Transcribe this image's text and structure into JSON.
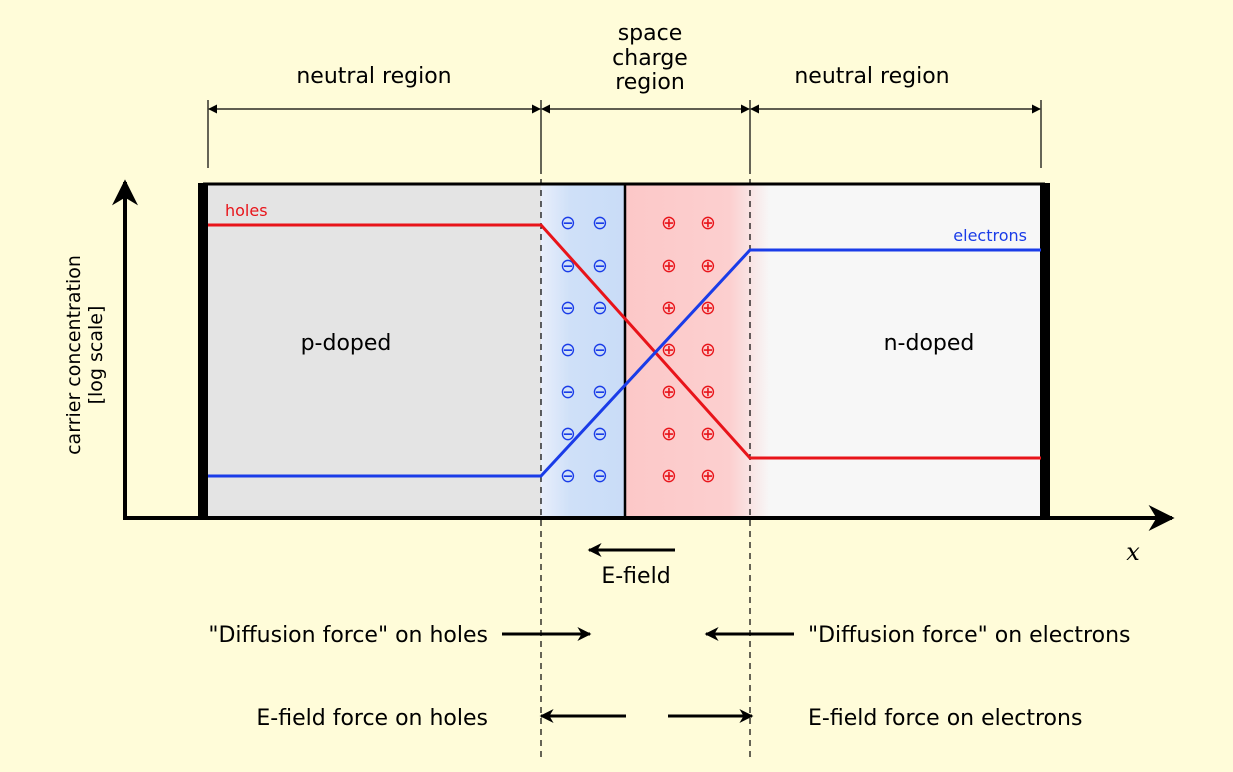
{
  "regions": {
    "left_neutral": "neutral region",
    "space_charge": [
      "space",
      "charge",
      "region"
    ],
    "right_neutral": "neutral region"
  },
  "p_label": "p-doped",
  "n_label": "n-doped",
  "y_axis_label": [
    "carrier concentration",
    "[log scale]"
  ],
  "x_axis_label": "x",
  "holes_label": "holes",
  "electrons_label": "electrons",
  "efield_label": "E-field",
  "diffusion_holes": "\"Diffusion force\" on holes",
  "diffusion_electrons": "\"Diffusion force\" on electrons",
  "efield_force_holes": "E-field force on holes",
  "efield_force_electrons": "E-field force on electrons",
  "minus_symbol": "⊖",
  "plus_symbol": "⊕",
  "colors": {
    "background": "#fffcd9",
    "holes": "#e8141a",
    "electrons": "#1a3ce8",
    "p_region": "#e4e4e4",
    "n_region": "#f7f7f7",
    "negative_charge": "#cfe0f8",
    "positive_charge": "#fccfcf"
  }
}
